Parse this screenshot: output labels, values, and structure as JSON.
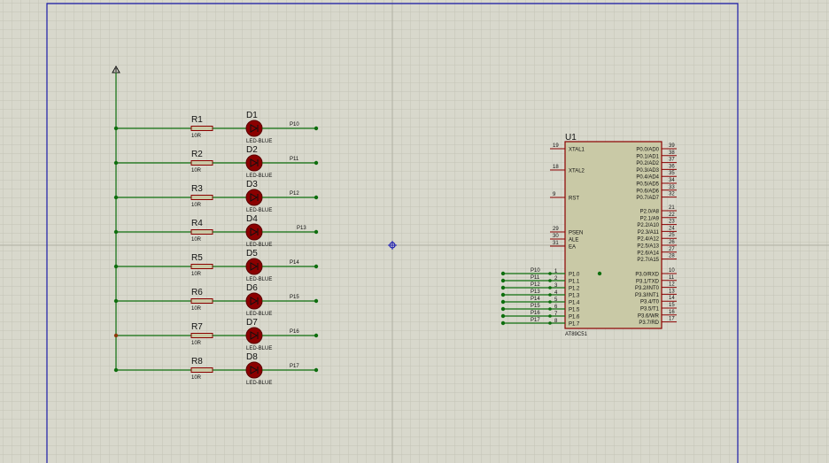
{
  "colors": {
    "background": "#d8d8cc",
    "grid_minor": "#c3c3b6",
    "grid_major": "#b0b0a2",
    "sheet_border": "#1a1aa8",
    "wire": "#0e6e0e",
    "component": "#8b0000",
    "ic_fill": "#c9c9a6",
    "text": "#101010",
    "origin_marker": "#1a1ab0"
  },
  "led_rows": [
    {
      "resistor": "R1",
      "resistor_value": "10R",
      "led": "D1",
      "led_type": "LED-BLUE",
      "net": "P10"
    },
    {
      "resistor": "R2",
      "resistor_value": "10R",
      "led": "D2",
      "led_type": "LED-BLUE",
      "net": "P11"
    },
    {
      "resistor": "R3",
      "resistor_value": "10R",
      "led": "D3",
      "led_type": "LED-BLUE",
      "net": "P12"
    },
    {
      "resistor": "R4",
      "resistor_value": "10R",
      "led": "D4",
      "led_type": "LED-BLUE",
      "net": "P13"
    },
    {
      "resistor": "R5",
      "resistor_value": "10R",
      "led": "D5",
      "led_type": "LED-BLUE",
      "net": "P14"
    },
    {
      "resistor": "R6",
      "resistor_value": "10R",
      "led": "D6",
      "led_type": "LED-BLUE",
      "net": "P15"
    },
    {
      "resistor": "R7",
      "resistor_value": "10R",
      "led": "D7",
      "led_type": "LED-BLUE",
      "net": "P16"
    },
    {
      "resistor": "R8",
      "resistor_value": "10R",
      "led": "D8",
      "led_type": "LED-BLUE",
      "net": "P17"
    }
  ],
  "ic": {
    "ref": "U1",
    "part": "AT89C51",
    "left_pins": [
      {
        "num": "19",
        "name": "XTAL1"
      },
      {
        "num": "18",
        "name": "XTAL2"
      },
      {
        "num": "9",
        "name": "RST"
      },
      {
        "num": "29",
        "name": "PSEN"
      },
      {
        "num": "30",
        "name": "ALE"
      },
      {
        "num": "31",
        "name": "EA"
      }
    ],
    "port1_pins": [
      {
        "num": "1",
        "name": "P1.0",
        "net": "P10"
      },
      {
        "num": "2",
        "name": "P1.1",
        "net": "P11"
      },
      {
        "num": "3",
        "name": "P1.2",
        "net": "P12"
      },
      {
        "num": "4",
        "name": "P1.3",
        "net": "P13"
      },
      {
        "num": "5",
        "name": "P1.4",
        "net": "P14"
      },
      {
        "num": "6",
        "name": "P1.5",
        "net": "P15"
      },
      {
        "num": "7",
        "name": "P1.6",
        "net": "P16"
      },
      {
        "num": "8",
        "name": "P1.7",
        "net": "P17"
      }
    ],
    "right_pins": [
      [
        {
          "num": "39",
          "name": "P0.0/AD0"
        },
        {
          "num": "38",
          "name": "P0.1/AD1"
        },
        {
          "num": "37",
          "name": "P0.2/AD2"
        },
        {
          "num": "36",
          "name": "P0.3/AD3"
        },
        {
          "num": "35",
          "name": "P0.4/AD4"
        },
        {
          "num": "34",
          "name": "P0.5/AD5"
        },
        {
          "num": "33",
          "name": "P0.6/AD6"
        },
        {
          "num": "32",
          "name": "P0.7/AD7"
        }
      ],
      [
        {
          "num": "21",
          "name": "P2.0/A8"
        },
        {
          "num": "22",
          "name": "P2.1/A9"
        },
        {
          "num": "23",
          "name": "P2.2/A10"
        },
        {
          "num": "24",
          "name": "P2.3/A11"
        },
        {
          "num": "25",
          "name": "P2.4/A12"
        },
        {
          "num": "26",
          "name": "P2.5/A13"
        },
        {
          "num": "27",
          "name": "P2.6/A14"
        },
        {
          "num": "28",
          "name": "P2.7/A15"
        }
      ],
      [
        {
          "num": "10",
          "name": "P3.0/RXD"
        },
        {
          "num": "11",
          "name": "P3.1/TXD"
        },
        {
          "num": "12",
          "name": "P3.2/INT0"
        },
        {
          "num": "13",
          "name": "P3.3/INT1"
        },
        {
          "num": "14",
          "name": "P3.4/T0"
        },
        {
          "num": "15",
          "name": "P3.5/T1"
        },
        {
          "num": "16",
          "name": "P3.6/WR"
        },
        {
          "num": "17",
          "name": "P3.7/RD"
        }
      ]
    ]
  }
}
